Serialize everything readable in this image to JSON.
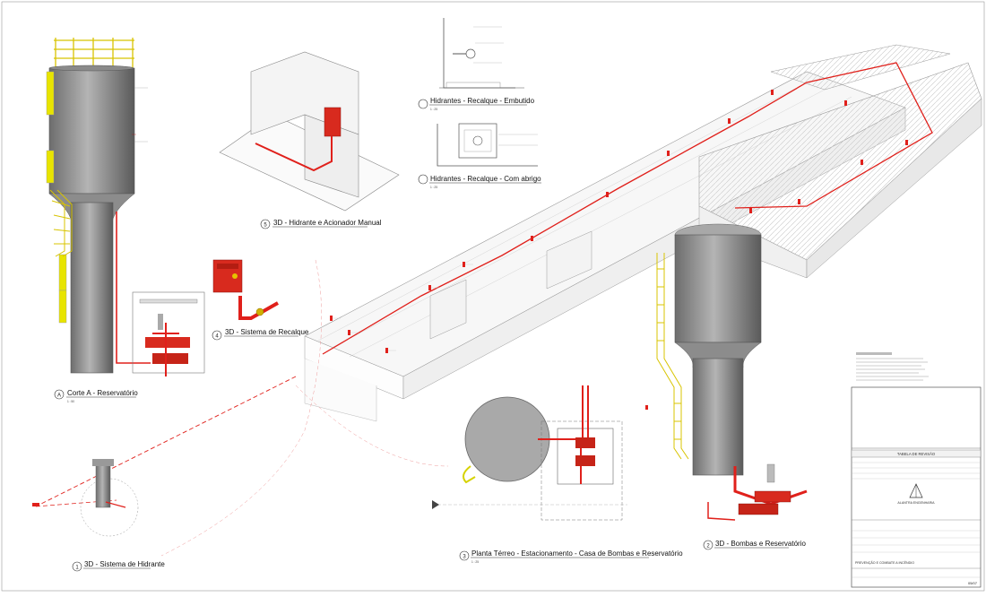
{
  "views": [
    {
      "number": "A",
      "title": "Corte A - Reservatório",
      "scale": "1 : 50"
    },
    {
      "number": "5",
      "title": "3D - Hidrante e Acionador Manual",
      "scale": ""
    },
    {
      "number": "",
      "title": "Hidrantes - Recalque - Embutido",
      "scale": "1 : 25"
    },
    {
      "number": "",
      "title": "Hidrantes - Recalque - Com abrigo",
      "scale": "1 : 25"
    },
    {
      "number": "4",
      "title": "3D - Sistema de Recalque",
      "scale": ""
    },
    {
      "number": "1",
      "title": "3D - Sistema de Hidrante",
      "scale": ""
    },
    {
      "number": "3",
      "title": "Planta Térreo - Estacionamento - Casa de Bombas e Reservatório",
      "scale": "1 : 25"
    },
    {
      "number": "2",
      "title": "3D - Bombas e Reservatório",
      "scale": ""
    }
  ],
  "title_block": {
    "header": "TABELA DE REVISÃO",
    "logo_text": "ALANTRA ENGENHARIA",
    "sheet_name": "PREVENÇÃO E COMBATE A INCÊNDIO",
    "sheet_number": "05/07"
  },
  "colors": {
    "pipe": "#e0201b",
    "ladder": "#e6e200",
    "tank": "#8d8d8d",
    "line": "#9a9a9a"
  }
}
